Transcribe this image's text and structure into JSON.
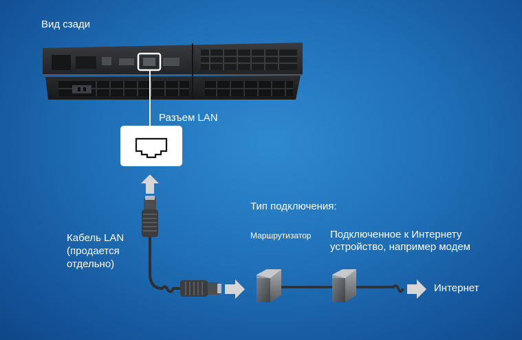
{
  "labels": {
    "rear_view": "Вид сзади",
    "lan_port": "Разъем LAN",
    "connection_type": "Тип подключения:",
    "router": "Маршрутизатор",
    "modem_line1": "Подключенное к Интернету",
    "modem_line2": "устройство, например модем",
    "cable_line1": "Кабель LAN",
    "cable_line2": "(продается",
    "cable_line3": "отдельно)",
    "internet": "Интернет"
  },
  "colors": {
    "background": "#1f6fb6",
    "highlight": "#ffffff",
    "arrow": "#d6d6d6",
    "console": "#2b2d30"
  }
}
